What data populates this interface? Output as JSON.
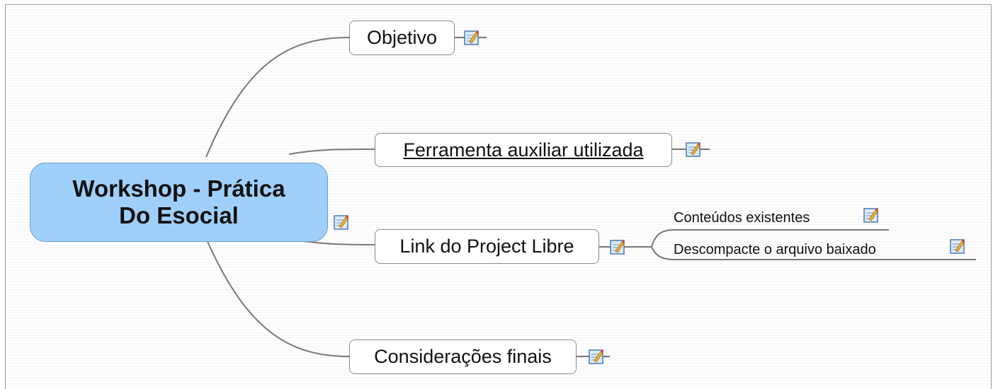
{
  "central_topic": {
    "line1": "Workshop - Prática",
    "line2": "Do Esocial"
  },
  "topics": [
    {
      "id": "objetivo",
      "label": "Objetivo",
      "has_note": true
    },
    {
      "id": "ferramenta",
      "label": "Ferramenta auxiliar utilizada",
      "has_note": true,
      "hyperlink": true
    },
    {
      "id": "link",
      "label": "Link do Project Libre",
      "has_note": true,
      "subtopics": [
        {
          "label": "Conteúdos existentes",
          "has_note": true
        },
        {
          "label": "Descompacte o arquivo baixado",
          "has_note": true
        }
      ]
    },
    {
      "id": "consideracoes",
      "label": "Considerações finais",
      "has_note": true
    }
  ],
  "colors": {
    "central_fill": "#9fd0fb",
    "central_border": "#6a9ccb",
    "connector": "#777777"
  },
  "icons": {
    "note": "note-pencil-icon"
  }
}
